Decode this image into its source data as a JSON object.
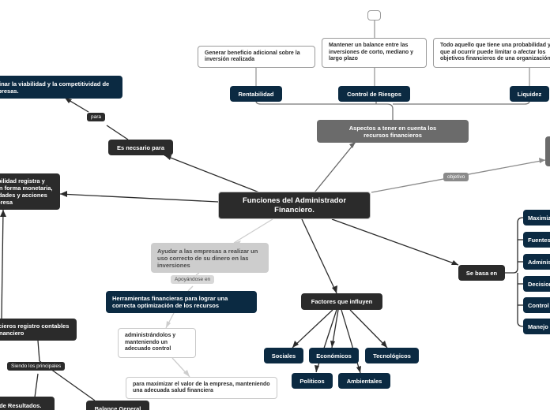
{
  "map": {
    "root": "Funciones del Administrador Financiero.",
    "aspects": "Aspectos a tener en cuenta  los recursos financieros",
    "rentabilidad": "Rentabilidad",
    "control_riesgos": "Control de Riesgos",
    "liquidez": "Liquidez",
    "generar": "Generar beneficio adicional sobre  la inversión realizada",
    "mantener": "Mantener  un  balance  entre las inversiones de corto, mediano y largo plazo",
    "todo": "Todo aquello  que  tiene  una  probabilidad y que al ocurrir puede  limitar  o  afectar los  objetivos financieros de una organización",
    "es_necesario": "Es necsario para",
    "para": "para",
    "viabilidad": "determinar  la viabilidad y la competitividad de las empresas.",
    "contabilidad": "La contabilidad registra y resume en forma monetaria, las actividades y acciones de la empresa",
    "ayudar": "Ayudar a las empresas a realizar un uso correcto de su dinero en las inversiones",
    "apoyandose": "Apoyándose en",
    "herramientas": "Herramientas financieras    para    lograr una   correcta optimización de los recursos",
    "administrandolos": "administrándolos y manteniendo  un adecuado  control",
    "maximizar": "para maximizar el valor de la empresa, manteniendo una adecuada salud financiera",
    "factores": "Factores que influyen",
    "sociales": "Sociales",
    "economicos": "Económicos",
    "tecnologicos": "Tecnológicos",
    "politicos": "Políticos",
    "ambientales": "Ambientales",
    "se_basa": "Se basa en",
    "basa_items": [
      "Maximización",
      "Fuentes de financiación",
      "Administración",
      "Decisiones de inversión",
      "Control financiero",
      "Manejo de riesgos"
    ],
    "objetivo": "objetivo",
    "estados": "Estados financieros registro contables del ejercicio financiero",
    "siendo": "Siendo los principales",
    "estado_resultados": "Estado de Resultados.",
    "balance": "Balance General"
  }
}
